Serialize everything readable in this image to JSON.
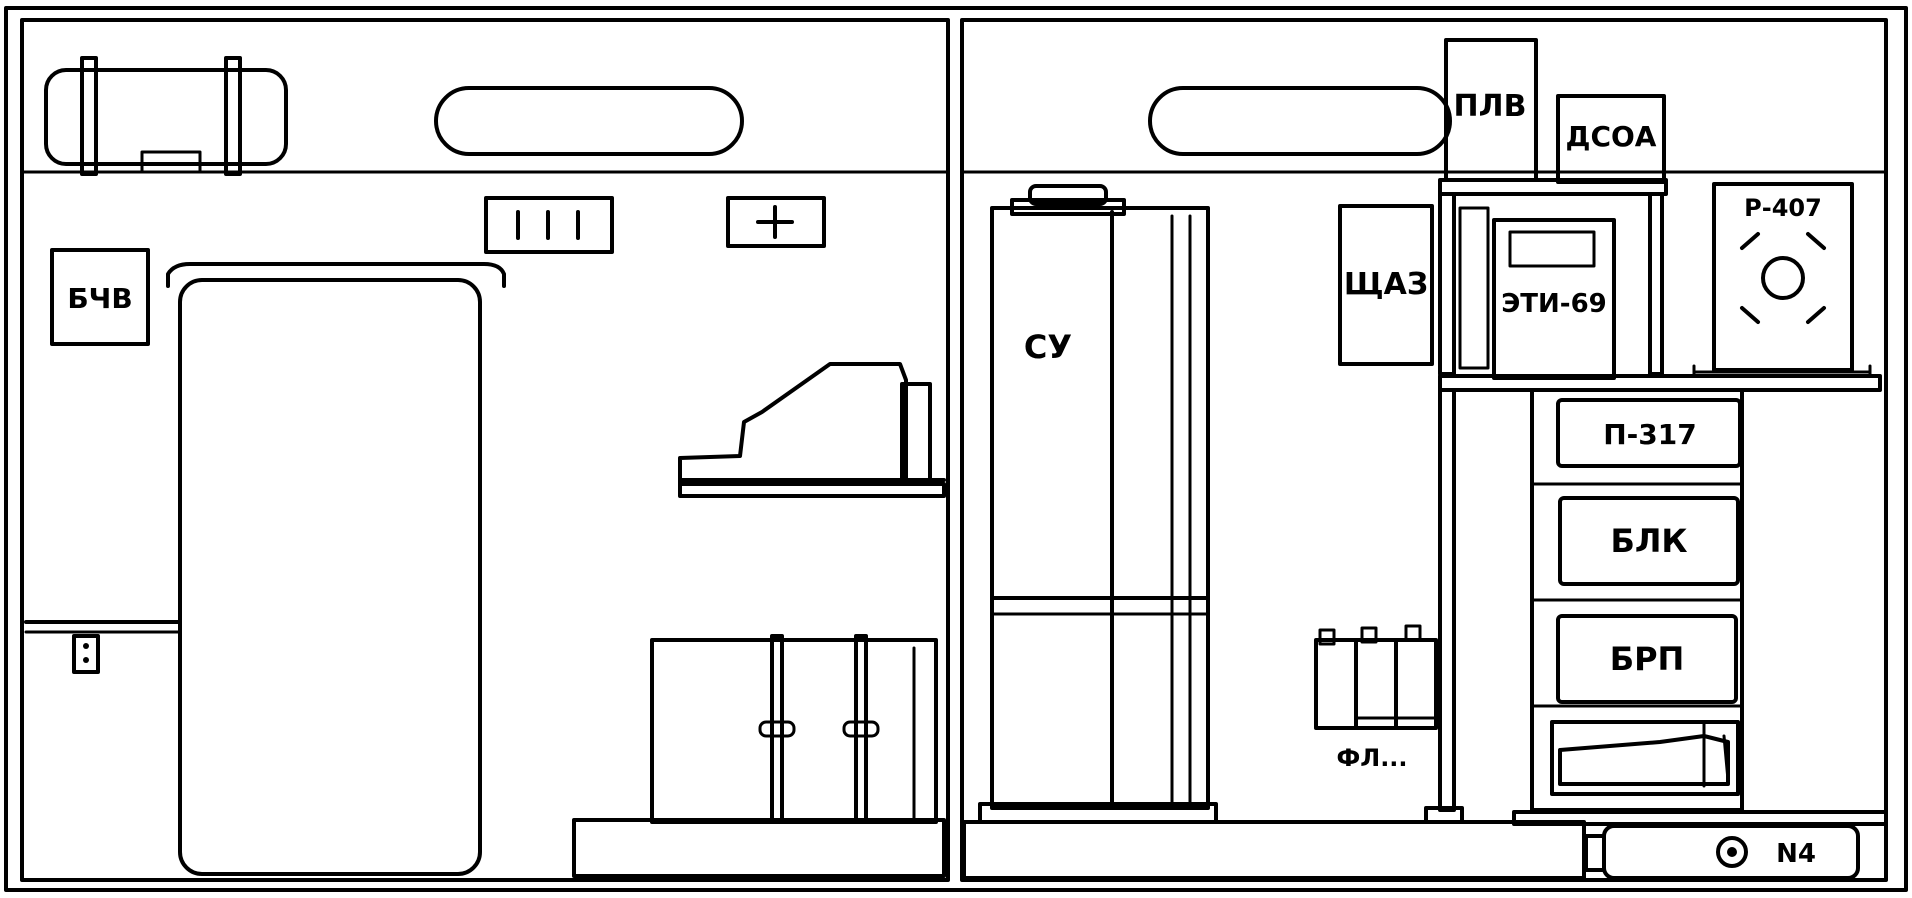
{
  "labels": {
    "bchv": "БЧВ",
    "su": "СУ",
    "plv": "ПЛВ",
    "dsoa": "ДСОА",
    "schaz": "ЩАЗ",
    "eti": "ЭТИ-69",
    "r407": "Р-407",
    "p317": "П-317",
    "blk": "БЛК",
    "brp": "БРП",
    "fl": "ФЛ...",
    "n4": "N4",
    "panel_bars": "I I I",
    "panel_plus": "+"
  },
  "colors": {
    "line": "#000000",
    "background": "#ffffff"
  }
}
